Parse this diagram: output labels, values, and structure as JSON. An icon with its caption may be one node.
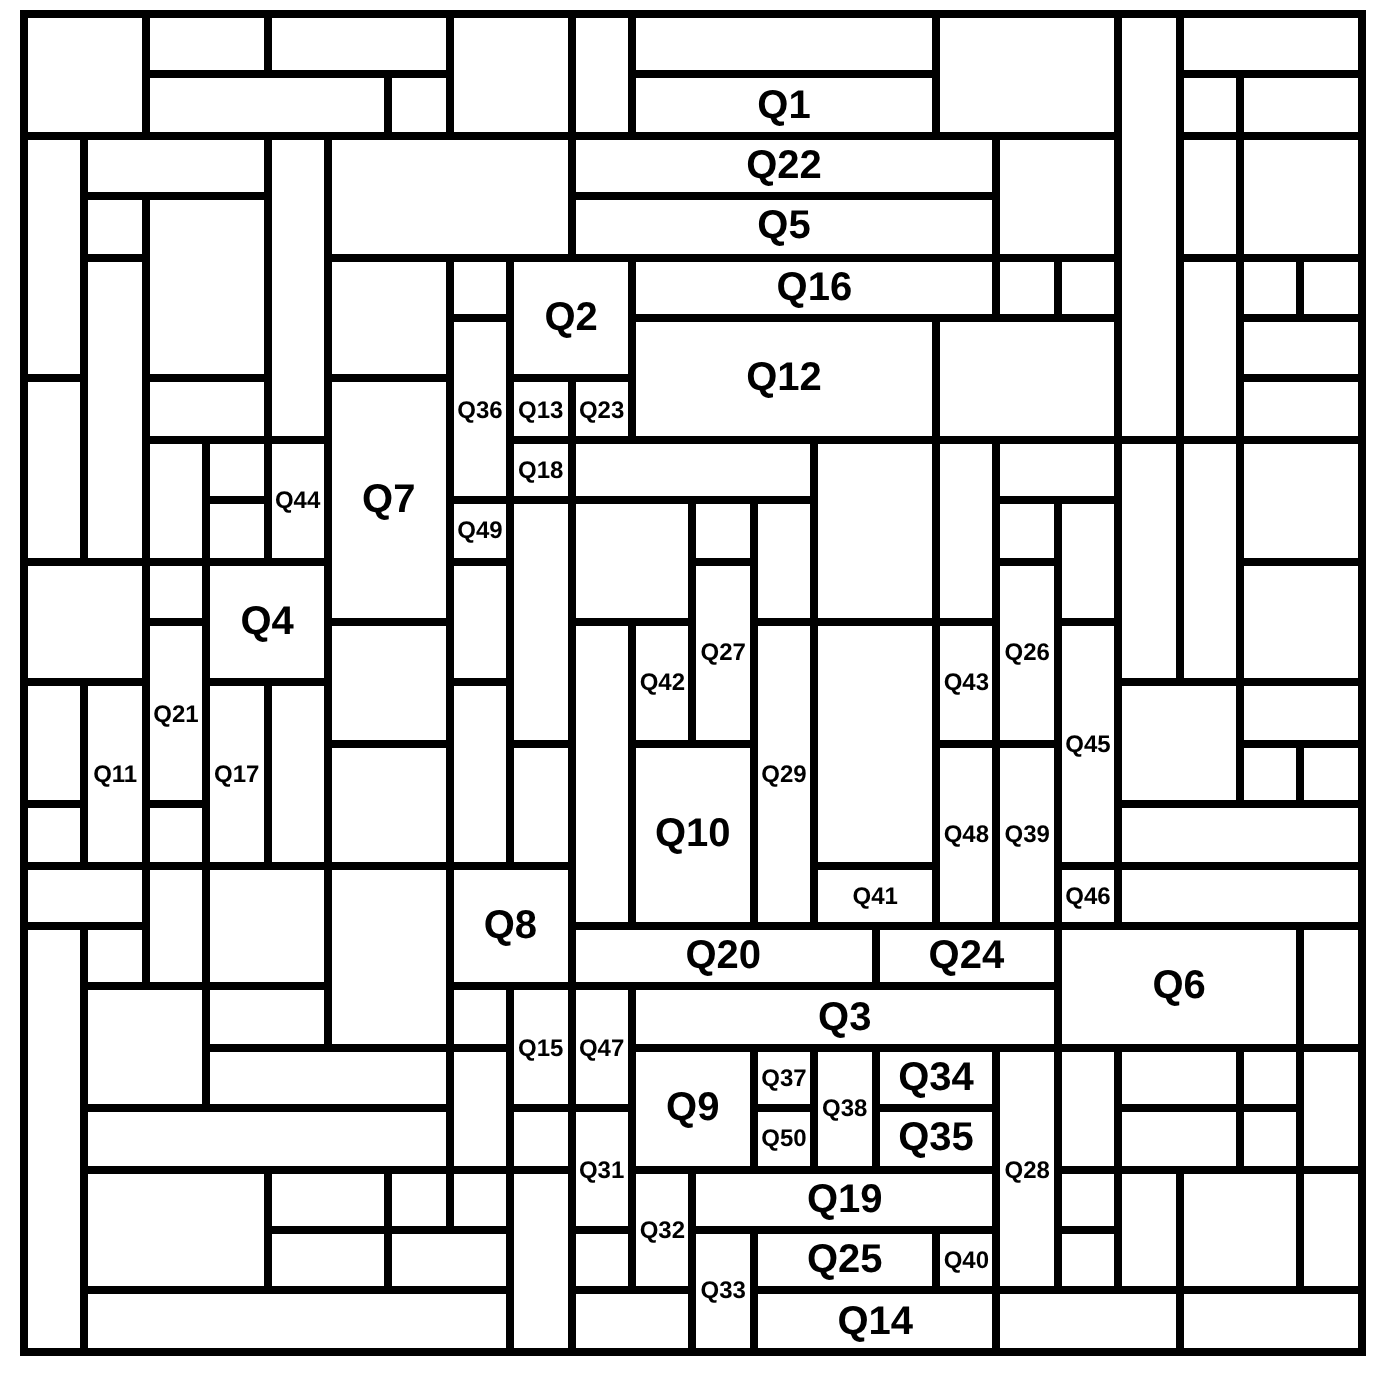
{
  "diagram": {
    "nodes": [
      {
        "text": [],
        "shape": "box"
      },
      {
        "text": [],
        "shape": "box"
      },
      {
        "text": [],
        "shape": "box"
      },
      {
        "text": [],
        "shape": "box"
      },
      {
        "text": [],
        "shape": "box"
      },
      {
        "text": [],
        "shape": "box"
      },
      {
        "text": [],
        "shape": "box"
      },
      {
        "text": [],
        "shape": "box"
      },
      {
        "text": [],
        "shape": "box"
      },
      {
        "text": [],
        "shape": "box"
      },
      {
        "text": [],
        "shape": "box"
      },
      {
        "text": [
          "Q1"
        ]
      },
      {
        "text": [],
        "shape": "box"
      },
      {
        "text": [],
        "shape": "box"
      },
      {
        "text": [],
        "shape": "box"
      },
      {
        "text": [],
        "shape": "box"
      },
      {
        "text": [],
        "shape": "box"
      },
      {
        "text": [],
        "shape": "box"
      },
      {
        "text": [
          "Q22"
        ]
      },
      {
        "text": [],
        "shape": "box"
      },
      {
        "text": [],
        "shape": "box"
      },
      {
        "text": [],
        "shape": "box"
      },
      {
        "text": [],
        "shape": "box"
      },
      {
        "text": [],
        "shape": "box"
      },
      {
        "text": [
          "Q5"
        ]
      },
      {
        "text": [],
        "shape": "box"
      },
      {
        "text": [],
        "shape": "box"
      },
      {
        "text": [],
        "shape": "box"
      },
      {
        "text": [
          "Q2"
        ]
      },
      {
        "text": [
          "Q16"
        ]
      },
      {
        "text": [],
        "shape": "box"
      },
      {
        "text": [],
        "shape": "box"
      },
      {
        "text": [],
        "shape": "box"
      },
      {
        "text": [],
        "shape": "box"
      },
      {
        "text": [],
        "shape": "box"
      },
      {
        "text": [
          "Q36"
        ]
      },
      {
        "text": [
          "Q12"
        ]
      },
      {
        "text": [],
        "shape": "box"
      },
      {
        "text": [],
        "shape": "box"
      },
      {
        "text": [],
        "shape": "box"
      },
      {
        "text": [],
        "shape": "box"
      },
      {
        "text": [
          "Q7"
        ]
      },
      {
        "text": [
          "Q13"
        ]
      },
      {
        "text": [
          "Q23"
        ]
      },
      {
        "text": [],
        "shape": "box"
      },
      {
        "text": [],
        "shape": "box"
      },
      {
        "text": [],
        "shape": "box"
      },
      {
        "text": [
          "Q44"
        ]
      },
      {
        "text": [
          "Q18"
        ]
      },
      {
        "text": [],
        "shape": "box"
      },
      {
        "text": [],
        "shape": "box"
      },
      {
        "text": [],
        "shape": "box"
      },
      {
        "text": [],
        "shape": "box"
      },
      {
        "text": [],
        "shape": "box"
      },
      {
        "text": [],
        "shape": "box"
      },
      {
        "text": [],
        "shape": "box"
      },
      {
        "text": [],
        "shape": "box"
      },
      {
        "text": [
          "Q49"
        ]
      },
      {
        "text": [],
        "shape": "box"
      },
      {
        "text": [],
        "shape": "box"
      },
      {
        "text": [],
        "shape": "box"
      },
      {
        "text": [],
        "shape": "box"
      },
      {
        "text": [],
        "shape": "box"
      },
      {
        "text": [],
        "shape": "box"
      },
      {
        "text": [],
        "shape": "box"
      },
      {
        "text": [],
        "shape": "box"
      },
      {
        "text": [
          "Q4"
        ]
      },
      {
        "text": [],
        "shape": "box"
      },
      {
        "text": [
          "Q27"
        ]
      },
      {
        "text": [
          "Q26"
        ]
      },
      {
        "text": [],
        "shape": "box"
      },
      {
        "text": [
          "Q21"
        ]
      },
      {
        "text": [],
        "shape": "box"
      },
      {
        "text": [],
        "shape": "box"
      },
      {
        "text": [
          "Q42"
        ]
      },
      {
        "text": [
          "Q29"
        ]
      },
      {
        "text": [],
        "shape": "box"
      },
      {
        "text": [
          "Q43"
        ]
      },
      {
        "text": [
          "Q45"
        ]
      },
      {
        "text": [],
        "shape": "box"
      },
      {
        "text": [
          "Q11"
        ]
      },
      {
        "text": [
          "Q17"
        ]
      },
      {
        "text": [],
        "shape": "box"
      },
      {
        "text": [],
        "shape": "box"
      },
      {
        "text": [],
        "shape": "box"
      },
      {
        "text": [],
        "shape": "box"
      },
      {
        "text": [],
        "shape": "box"
      },
      {
        "text": [],
        "shape": "box"
      },
      {
        "text": [
          "Q10"
        ]
      },
      {
        "text": [
          "Q48"
        ]
      },
      {
        "text": [
          "Q39"
        ]
      },
      {
        "text": [],
        "shape": "box"
      },
      {
        "text": [],
        "shape": "box"
      },
      {
        "text": [],
        "shape": "box"
      },
      {
        "text": [],
        "shape": "box"
      },
      {
        "text": [],
        "shape": "box"
      },
      {
        "text": [],
        "shape": "box"
      },
      {
        "text": [],
        "shape": "box"
      },
      {
        "text": [],
        "shape": "box"
      },
      {
        "text": [],
        "shape": "box"
      },
      {
        "text": [
          "Q8"
        ]
      },
      {
        "text": [
          "Q41"
        ]
      },
      {
        "text": [
          "Q46"
        ]
      },
      {
        "text": [],
        "shape": "box"
      },
      {
        "text": [],
        "shape": "box"
      },
      {
        "text": [],
        "shape": "box"
      },
      {
        "text": [
          "Q20"
        ]
      },
      {
        "text": [
          "Q24"
        ]
      },
      {
        "text": [
          "Q6"
        ]
      },
      {
        "text": [],
        "shape": "box"
      },
      {
        "text": [],
        "shape": "box"
      },
      {
        "text": [],
        "shape": "box"
      },
      {
        "text": [],
        "shape": "box"
      },
      {
        "text": [
          "Q15"
        ]
      },
      {
        "text": [
          "Q47"
        ]
      },
      {
        "text": [
          "Q3"
        ]
      },
      {
        "text": [],
        "shape": "box"
      },
      {
        "text": [],
        "shape": "box"
      },
      {
        "text": [
          "Q9"
        ]
      },
      {
        "text": [
          "Q37"
        ]
      },
      {
        "text": [
          "Q38"
        ]
      },
      {
        "text": [
          "Q34"
        ]
      },
      {
        "text": [
          "Q28"
        ]
      },
      {
        "text": [],
        "shape": "box"
      },
      {
        "text": [],
        "shape": "box"
      },
      {
        "text": [],
        "shape": "box"
      },
      {
        "text": [],
        "shape": "box"
      },
      {
        "text": [],
        "shape": "box"
      },
      {
        "text": [],
        "shape": "box"
      },
      {
        "text": [
          "Q31"
        ]
      },
      {
        "text": [
          "Q50"
        ]
      },
      {
        "text": [
          "Q35"
        ]
      },
      {
        "text": [],
        "shape": "box"
      },
      {
        "text": [],
        "shape": "box"
      },
      {
        "text": [],
        "shape": "box"
      },
      {
        "text": [],
        "shape": "box"
      },
      {
        "text": [],
        "shape": "box"
      },
      {
        "text": [],
        "shape": "box"
      },
      {
        "text": [],
        "shape": "box"
      },
      {
        "text": [
          "Q32"
        ]
      },
      {
        "text": [
          "Q19"
        ]
      },
      {
        "text": [],
        "shape": "box"
      },
      {
        "text": [],
        "shape": "box"
      },
      {
        "text": [],
        "shape": "box"
      },
      {
        "text": [],
        "shape": "box"
      },
      {
        "text": [],
        "shape": "box"
      },
      {
        "text": [],
        "shape": "box"
      },
      {
        "text": [],
        "shape": "box"
      },
      {
        "text": [
          "Q33"
        ]
      },
      {
        "text": [
          "Q25"
        ]
      },
      {
        "text": [
          "Q40"
        ]
      },
      {
        "text": [],
        "shape": "box"
      },
      {
        "text": [],
        "shape": "box"
      },
      {
        "text": [],
        "shape": "box"
      },
      {
        "text": [
          "Q14"
        ]
      },
      {
        "text": [],
        "shape": "box"
      },
      {
        "text": [],
        "shape": "box"
      }
    ]
  }
}
